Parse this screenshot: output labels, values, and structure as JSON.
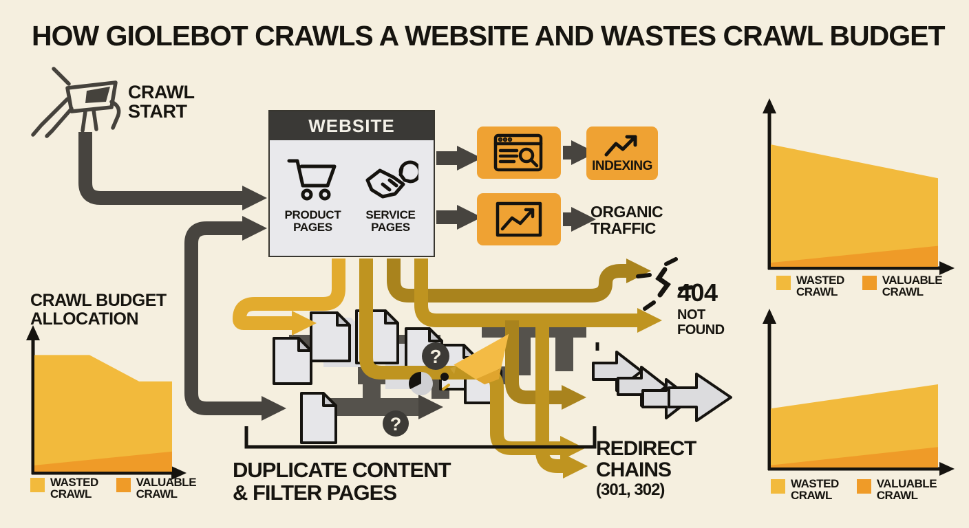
{
  "title": "HOW GIOLEBOT CRAWLS A WEBSITE AND WASTES CRAWL BUDGET",
  "crawl_start": {
    "line1": "CRAWL",
    "line2": "START"
  },
  "website": {
    "header": "WEBSITE",
    "pages": [
      {
        "icon": "shopping-cart-icon",
        "line1": "PRODUCT",
        "line2": "PAGES"
      },
      {
        "icon": "handshake-wrench-icon",
        "line1": "SERVICE",
        "line2": "PAGES"
      }
    ]
  },
  "flow_right": {
    "indexing_label": "INDEXING",
    "organic_line1": "ORGANIC",
    "organic_line2": "TRAFFIC"
  },
  "waste": {
    "notfound_code": "404",
    "notfound_line1": "NOT",
    "notfound_line2": "FOUND",
    "redirect_line1": "REDIRECT",
    "redirect_line2": "CHAINS",
    "redirect_line3": "(301, 302)",
    "duplicate_line1": "DUPLICATE CONTENT",
    "duplicate_line2": "& FILTER PAGES"
  },
  "budget_chart_title": {
    "line1": "CRAWL BUDGET",
    "line2": "ALLOCATION"
  },
  "legend": {
    "wasted_l1": "WASTED",
    "wasted_l2": "CRAWL",
    "valuable_l1": "VALUABLE",
    "valuable_l2": "CRAWL"
  },
  "colors": {
    "background": "#f5efdf",
    "dark_pipe": "#47443f",
    "maze": "#55524c",
    "gold_pipe": "#bf9420",
    "gold_dark_pipe": "#a9831d",
    "yellow_pipe": "#e2ab2e",
    "orange_box": "#efa233",
    "wasted_area": "#f2ba3c",
    "valuable_area": "#ef9b28"
  },
  "chart_data": [
    {
      "id": "crawl-budget-allocation",
      "type": "area",
      "title": "CRAWL BUDGET ALLOCATION",
      "legend_position": "bottom",
      "grid": false,
      "series": [
        {
          "name": "WASTED CRAWL",
          "color": "#f2ba3c",
          "top": [
            [
              0,
              0.16
            ],
            [
              0.4,
              0.16
            ],
            [
              0.76,
              0.35
            ],
            [
              1,
              0.35
            ]
          ]
        },
        {
          "name": "VALUABLE CRAWL",
          "color": "#ef9b28",
          "top": [
            [
              0,
              0.955
            ],
            [
              1,
              0.855
            ]
          ]
        }
      ]
    },
    {
      "id": "wasted-crawl-trend-top",
      "type": "area",
      "title": "",
      "legend_position": "bottom",
      "grid": false,
      "series": [
        {
          "name": "WASTED CRAWL",
          "color": "#f2ba3c",
          "top": [
            [
              0,
              0.24
            ],
            [
              1,
              0.45
            ]
          ]
        },
        {
          "name": "VALUABLE CRAWL",
          "color": "#ef9b28",
          "top": [
            [
              0,
              0.975
            ],
            [
              1,
              0.87
            ]
          ]
        }
      ]
    },
    {
      "id": "wasted-crawl-trend-bottom",
      "type": "area",
      "title": "",
      "legend_position": "bottom",
      "grid": false,
      "series": [
        {
          "name": "WASTED CRAWL",
          "color": "#f2ba3c",
          "top": [
            [
              0,
              0.61
            ],
            [
              1,
              0.45
            ]
          ]
        },
        {
          "name": "VALUABLE CRAWL",
          "color": "#ef9b28",
          "top": [
            [
              0,
              0.985
            ],
            [
              1,
              0.865
            ]
          ]
        }
      ]
    }
  ]
}
